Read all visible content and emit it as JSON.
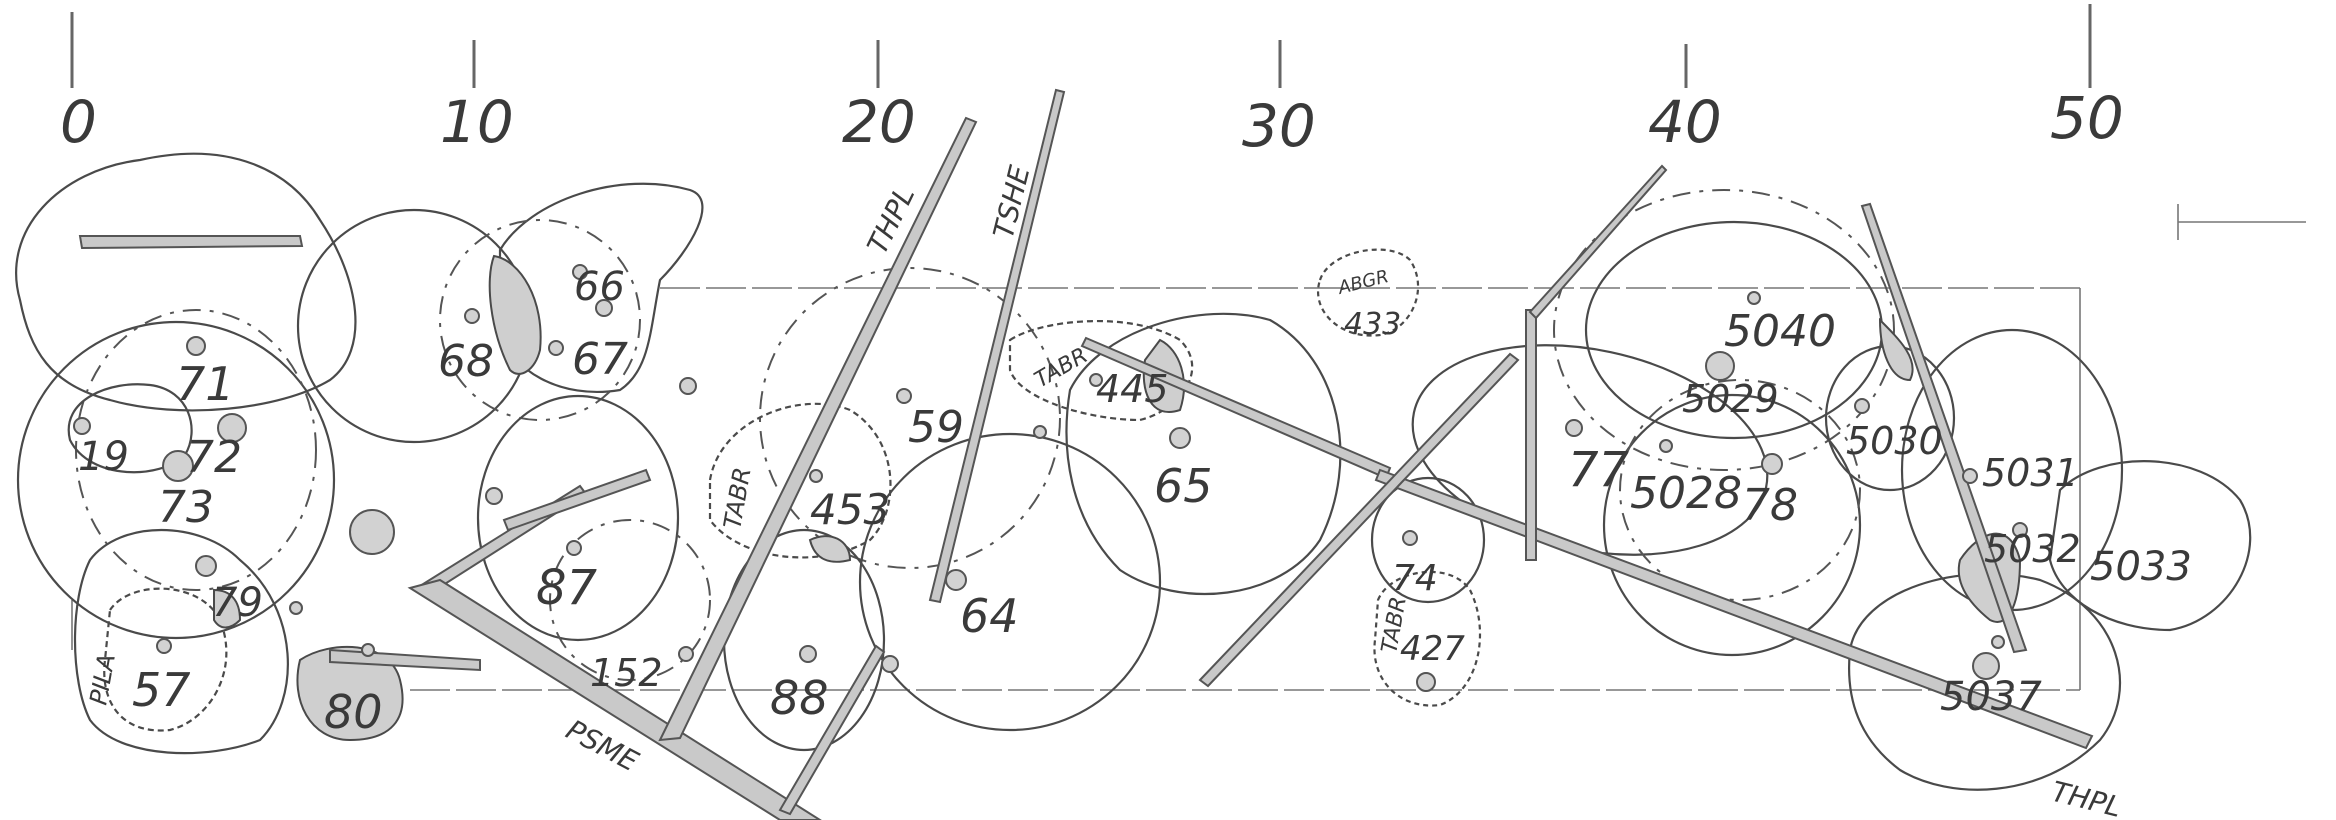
{
  "scale": {
    "ticks": [
      "0",
      "10",
      "20",
      "30",
      "40",
      "50"
    ]
  },
  "trees": [
    "71",
    "19",
    "72",
    "73",
    "79",
    "57",
    "80",
    "68",
    "67",
    "66",
    "87",
    "152",
    "453",
    "59",
    "88",
    "64",
    "445",
    "65",
    "433",
    "74",
    "427",
    "77",
    "5040",
    "5029",
    "5028",
    "78",
    "5030",
    "5031",
    "5032",
    "5033",
    "5037"
  ],
  "species": {
    "thpl_top": "THPL",
    "tshe": "TSHE",
    "tabr_left": "TABR",
    "tabr_mid": "TABR",
    "pila": "PILA",
    "psme": "PSME",
    "abgr": "ABGR",
    "tabr_right": "TABR",
    "thpl_bottom": "THPL"
  }
}
